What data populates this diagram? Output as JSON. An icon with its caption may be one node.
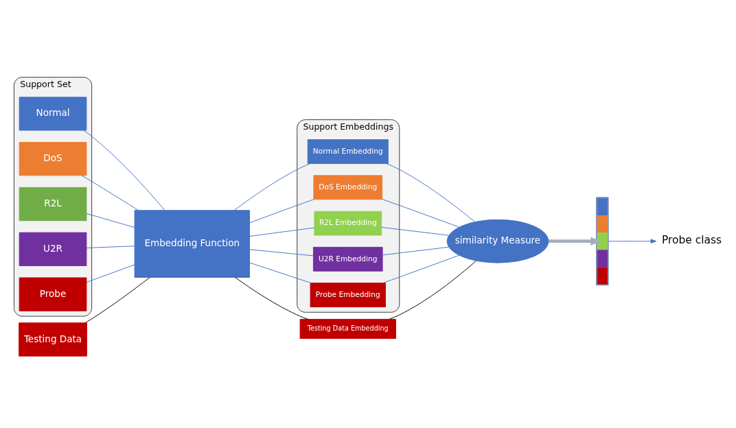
{
  "diagram": {
    "nodes": [
      {
        "text": [
          "Support Set"
        ]
      },
      {
        "text": [
          "Normal"
        ],
        "in": 0
      },
      {
        "text": [
          "DoS"
        ],
        "in": 0
      },
      {
        "text": [
          "R2L"
        ],
        "in": 0
      },
      {
        "text": [
          "U2R"
        ],
        "in": 0
      },
      {
        "text": [
          "Probe"
        ],
        "in": 0
      },
      {
        "text": [
          "Testing Data"
        ]
      },
      {
        "text": [
          "Embedding Function"
        ]
      },
      {
        "text": [
          "Support Embeddings"
        ]
      },
      {
        "text": [
          "Normal Embedding"
        ],
        "in": 8
      },
      {
        "text": [
          "DoS Embedding"
        ],
        "in": 8
      },
      {
        "text": [
          "R2L Embedding"
        ],
        "in": 8
      },
      {
        "text": [
          "U2R Embedding"
        ],
        "in": 8
      },
      {
        "text": [
          "Probe Embedding"
        ],
        "in": 8
      },
      {
        "text": [
          "Testing Data Embedding"
        ]
      },
      {
        "text": [
          "similarity Measure"
        ]
      },
      {
        "text": [],
        "shape": "bar"
      },
      {
        "text": [
          "Probe class"
        ]
      }
    ],
    "edges": [
      {
        "from": 1,
        "to": 7,
        "arrow": "none"
      },
      {
        "from": 2,
        "to": 7,
        "arrow": "none"
      },
      {
        "from": 3,
        "to": 7,
        "arrow": "none"
      },
      {
        "from": 4,
        "to": 7,
        "arrow": "none"
      },
      {
        "from": 5,
        "to": 7,
        "arrow": "none"
      },
      {
        "from": 6,
        "to": 7,
        "arrow": "none",
        "color": "#000000"
      },
      {
        "from": 7,
        "to": 9,
        "arrow": "none"
      },
      {
        "from": 7,
        "to": 10,
        "arrow": "none"
      },
      {
        "from": 7,
        "to": 11,
        "arrow": "none"
      },
      {
        "from": 7,
        "to": 12,
        "arrow": "none"
      },
      {
        "from": 7,
        "to": 13,
        "arrow": "none"
      },
      {
        "from": 7,
        "to": 14,
        "arrow": "none",
        "color": "#000000"
      },
      {
        "from": 9,
        "to": 15,
        "arrow": "none"
      },
      {
        "from": 10,
        "to": 15,
        "arrow": "none"
      },
      {
        "from": 11,
        "to": 15,
        "arrow": "none"
      },
      {
        "from": 12,
        "to": 15,
        "arrow": "none"
      },
      {
        "from": 13,
        "to": 15,
        "arrow": "none"
      },
      {
        "from": 14,
        "to": 15,
        "arrow": "none",
        "color": "#000000"
      },
      {
        "from": 15,
        "to": 16,
        "arrow": "to",
        "style": "thick",
        "color": "#a5adbd"
      },
      {
        "from": 16,
        "to": 17,
        "arrow": "to"
      }
    ]
  }
}
